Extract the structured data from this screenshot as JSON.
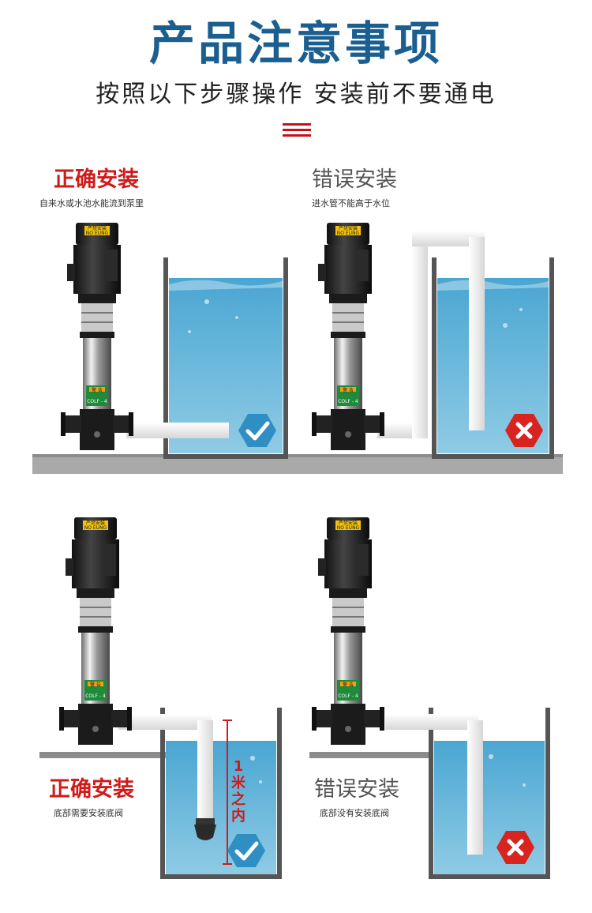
{
  "header": {
    "title": "产品注意事项",
    "subtitle": "按照以下步骤操作 安装前不要通电"
  },
  "panels": [
    {
      "status_label": "正确安装",
      "caption": "自来水或水池水能流到泵里",
      "status": "correct"
    },
    {
      "status_label": "错误安装",
      "caption": "进水管不能高于水位",
      "status": "wrong"
    },
    {
      "status_label": "正确安装",
      "caption": "底部需要安装底阀",
      "status": "correct",
      "measure_label": "1米之内"
    },
    {
      "status_label": "错误安装",
      "caption": "底部没有安装底阀",
      "status": "wrong"
    }
  ],
  "pump": {
    "warning_tag": "严禁安装",
    "brand_tag": "NO EUNG",
    "model_label": "COLF - 4",
    "caution_label": "警 告"
  },
  "icons": {
    "correct": "check-icon",
    "wrong": "cross-icon"
  },
  "colors": {
    "title": "#1a5f8f",
    "correct_label": "#d11a1a",
    "water": "#5fb3d6",
    "tank": "#5a5a5a",
    "check_badge": "#2f8fc4",
    "cross_badge": "#d9231e",
    "floor": "#a9a9a9"
  }
}
